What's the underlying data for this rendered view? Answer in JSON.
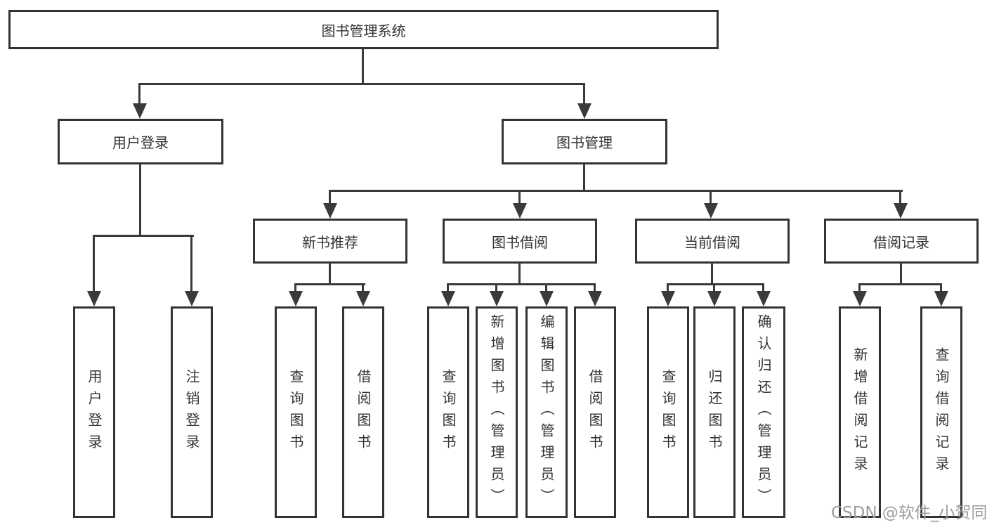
{
  "tree": {
    "root": {
      "label": "图书管理系统",
      "children": [
        {
          "label": "用户登录",
          "children": [
            {
              "label": "用户登录"
            },
            {
              "label": "注销登录"
            }
          ]
        },
        {
          "label": "图书管理",
          "children": [
            {
              "label": "新书推荐",
              "children": [
                {
                  "label": "查询图书"
                },
                {
                  "label": "借阅图书"
                }
              ]
            },
            {
              "label": "图书借阅",
              "children": [
                {
                  "label": "查询图书"
                },
                {
                  "label": "新增图书（管理员）"
                },
                {
                  "label": "编辑图书（管理员）"
                },
                {
                  "label": "借阅图书"
                }
              ]
            },
            {
              "label": "当前借阅",
              "children": [
                {
                  "label": "查询图书"
                },
                {
                  "label": "归还图书"
                },
                {
                  "label": "确认归还（管理员）"
                }
              ]
            },
            {
              "label": "借阅记录",
              "children": [
                {
                  "label": "新增借阅记录"
                },
                {
                  "label": "查询借阅记录"
                }
              ]
            }
          ]
        }
      ]
    }
  },
  "watermark": {
    "text": "CSDN @软件_小贺同学"
  },
  "colors": {
    "line": "#3a3a3a",
    "box_border": "#333333",
    "text": "#333333",
    "watermark": "#9e9e9e",
    "background": "#ffffff"
  }
}
